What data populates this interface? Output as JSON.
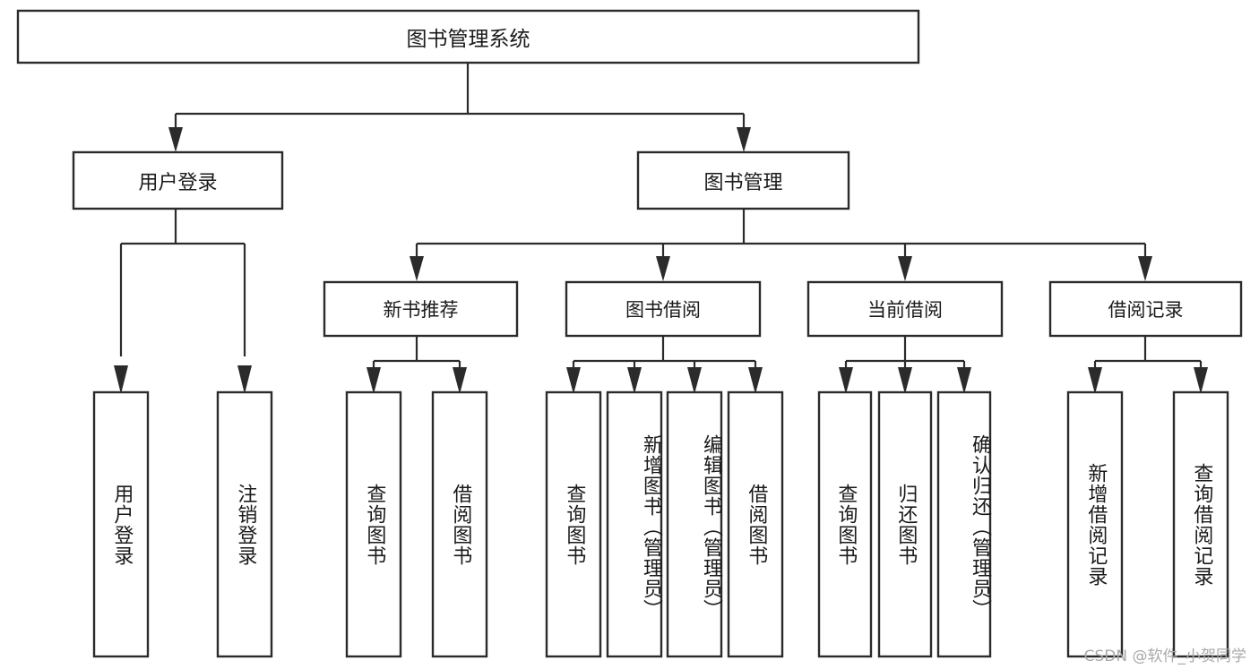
{
  "diagram": {
    "type": "tree-hierarchy",
    "title_node": {
      "label": "图书管理系统"
    },
    "level2": [
      {
        "id": "user-login",
        "label": "用户登录"
      },
      {
        "id": "book-management",
        "label": "图书管理"
      }
    ],
    "level3": [
      {
        "id": "new-book-recommend",
        "label": "新书推荐",
        "parent": "book-management"
      },
      {
        "id": "book-borrow",
        "label": "图书借阅",
        "parent": "book-management"
      },
      {
        "id": "current-borrow",
        "label": "当前借阅",
        "parent": "book-management"
      },
      {
        "id": "borrow-record",
        "label": "借阅记录",
        "parent": "book-management"
      }
    ],
    "leaves": {
      "user_login": [
        {
          "id": "leaf-user-login",
          "label": "用户登录"
        },
        {
          "id": "leaf-logout-login",
          "label": "注销登录"
        }
      ],
      "new_book_recommend": [
        {
          "id": "leaf-query-book-1",
          "label": "查询图书"
        },
        {
          "id": "leaf-borrow-book-1",
          "label": "借阅图书"
        }
      ],
      "book_borrow": [
        {
          "id": "leaf-query-book-2",
          "label": "查询图书"
        },
        {
          "id": "leaf-add-book",
          "label": "新增图书（管理员）"
        },
        {
          "id": "leaf-edit-book",
          "label": "编辑图书（管理员）"
        },
        {
          "id": "leaf-borrow-book-2",
          "label": "借阅图书"
        }
      ],
      "current_borrow": [
        {
          "id": "leaf-query-book-3",
          "label": "查询图书"
        },
        {
          "id": "leaf-return-book",
          "label": "归还图书"
        },
        {
          "id": "leaf-confirm-return",
          "label": "确认归还（管理员）"
        }
      ],
      "borrow_record": [
        {
          "id": "leaf-add-record",
          "label": "新增借阅记录"
        },
        {
          "id": "leaf-query-record",
          "label": "查询借阅记录"
        }
      ]
    },
    "colors": {
      "box_stroke": "#2b2b2b",
      "box_fill": "#ffffff",
      "text": "#1a1a1a",
      "connector": "#2b2b2b",
      "watermark": "#a9a9a9",
      "background": "#ffffff"
    }
  },
  "watermark": {
    "text": "CSDN @软件_小贺同学"
  }
}
